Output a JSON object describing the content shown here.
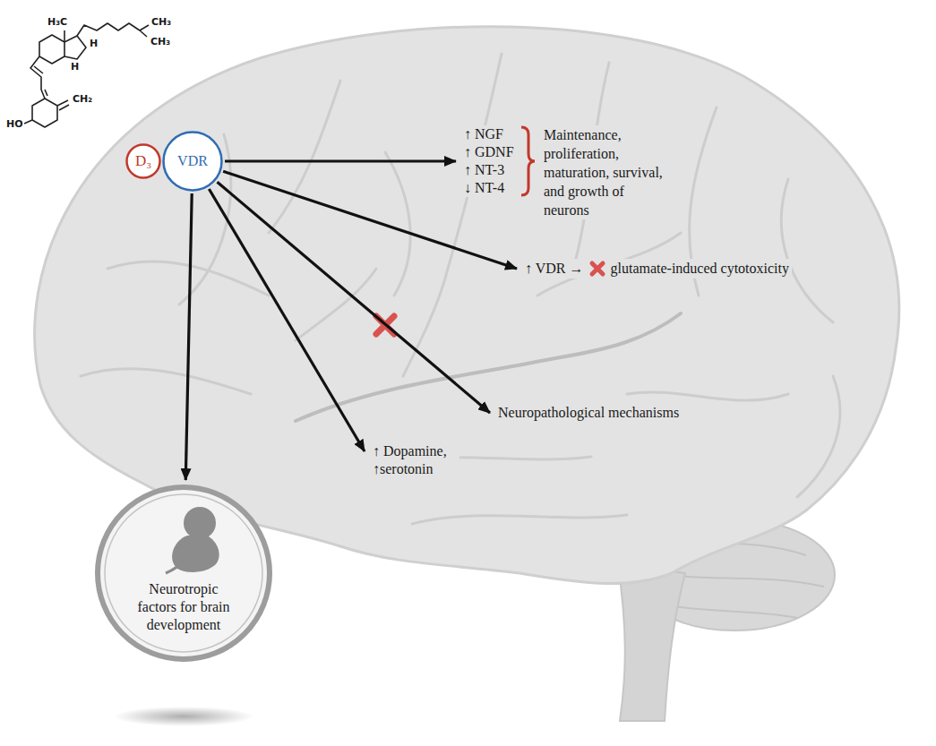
{
  "diagram": {
    "nodes": [
      {
        "text": [
          "D₃"
        ]
      },
      {
        "text": [
          "VDR"
        ]
      },
      {
        "text": [
          "↑ NGF",
          "↑ GDNF",
          "↑ NT-3",
          "↓ NT-4"
        ]
      },
      {
        "text": [
          "↑ VDR →",
          "glutamate-induced cytotoxicity"
        ]
      },
      {
        "text": [
          "Neuropathological mechanisms"
        ]
      },
      {
        "text": [
          "↑ Dopamine, ↑serotonin"
        ]
      },
      {
        "text": [
          "Neurotropic factors for brain development"
        ]
      }
    ],
    "edges": [
      {
        "from": 1,
        "to": 2,
        "arrow": "to"
      },
      {
        "from": 1,
        "to": 3,
        "arrow": "to"
      },
      {
        "from": 1,
        "to": 4,
        "arrow": "to"
      },
      {
        "from": 1,
        "to": 5,
        "arrow": "to"
      },
      {
        "from": 1,
        "to": 6,
        "arrow": "to"
      }
    ],
    "labels": [
      "Maintenance, proliferation, maturation, survival, and growth of neurons",
      "H₃C",
      "CH₃",
      "CH₃",
      "H",
      "H",
      "CH₂",
      "HO"
    ]
  }
}
